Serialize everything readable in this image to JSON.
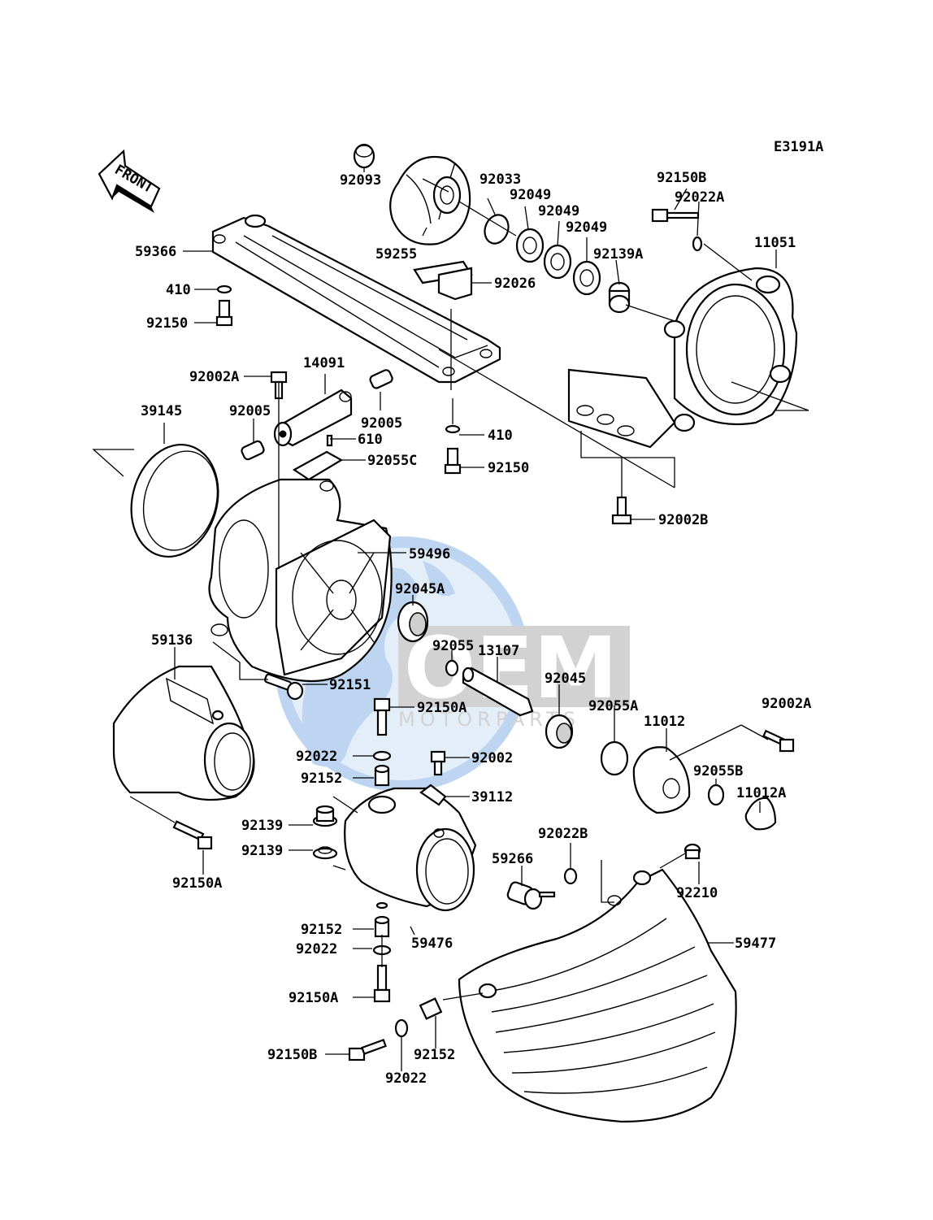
{
  "diagram": {
    "code": "E3191A",
    "front_label": "FRONT",
    "callouts": [
      "92093",
      "92033",
      "92049",
      "92049",
      "92049",
      "92150B",
      "92022A",
      "11051",
      "59366",
      "59255",
      "92139A",
      "410",
      "92026",
      "92150",
      "14091",
      "92002A",
      "39145",
      "92005",
      "92005",
      "610",
      "410",
      "92055C",
      "92150",
      "92002B",
      "59496",
      "92045A",
      "92055",
      "13107",
      "92045",
      "59136",
      "92151",
      "92150A",
      "92055A",
      "11012",
      "92002A",
      "92022",
      "92002",
      "92152",
      "39112",
      "92055B",
      "11012A",
      "92139",
      "92139",
      "92022B",
      "59266",
      "92210",
      "92150A",
      "59477",
      "92152",
      "92022",
      "59476",
      "92150A",
      "92150B",
      "92152",
      "92022"
    ]
  },
  "watermark": {
    "brand": "OEM",
    "sub": "MOTORPARTS",
    "colors": {
      "gray": "#bdbdbd",
      "blue": "#a8c8ec",
      "blue_dark": "#7aa9de"
    }
  }
}
